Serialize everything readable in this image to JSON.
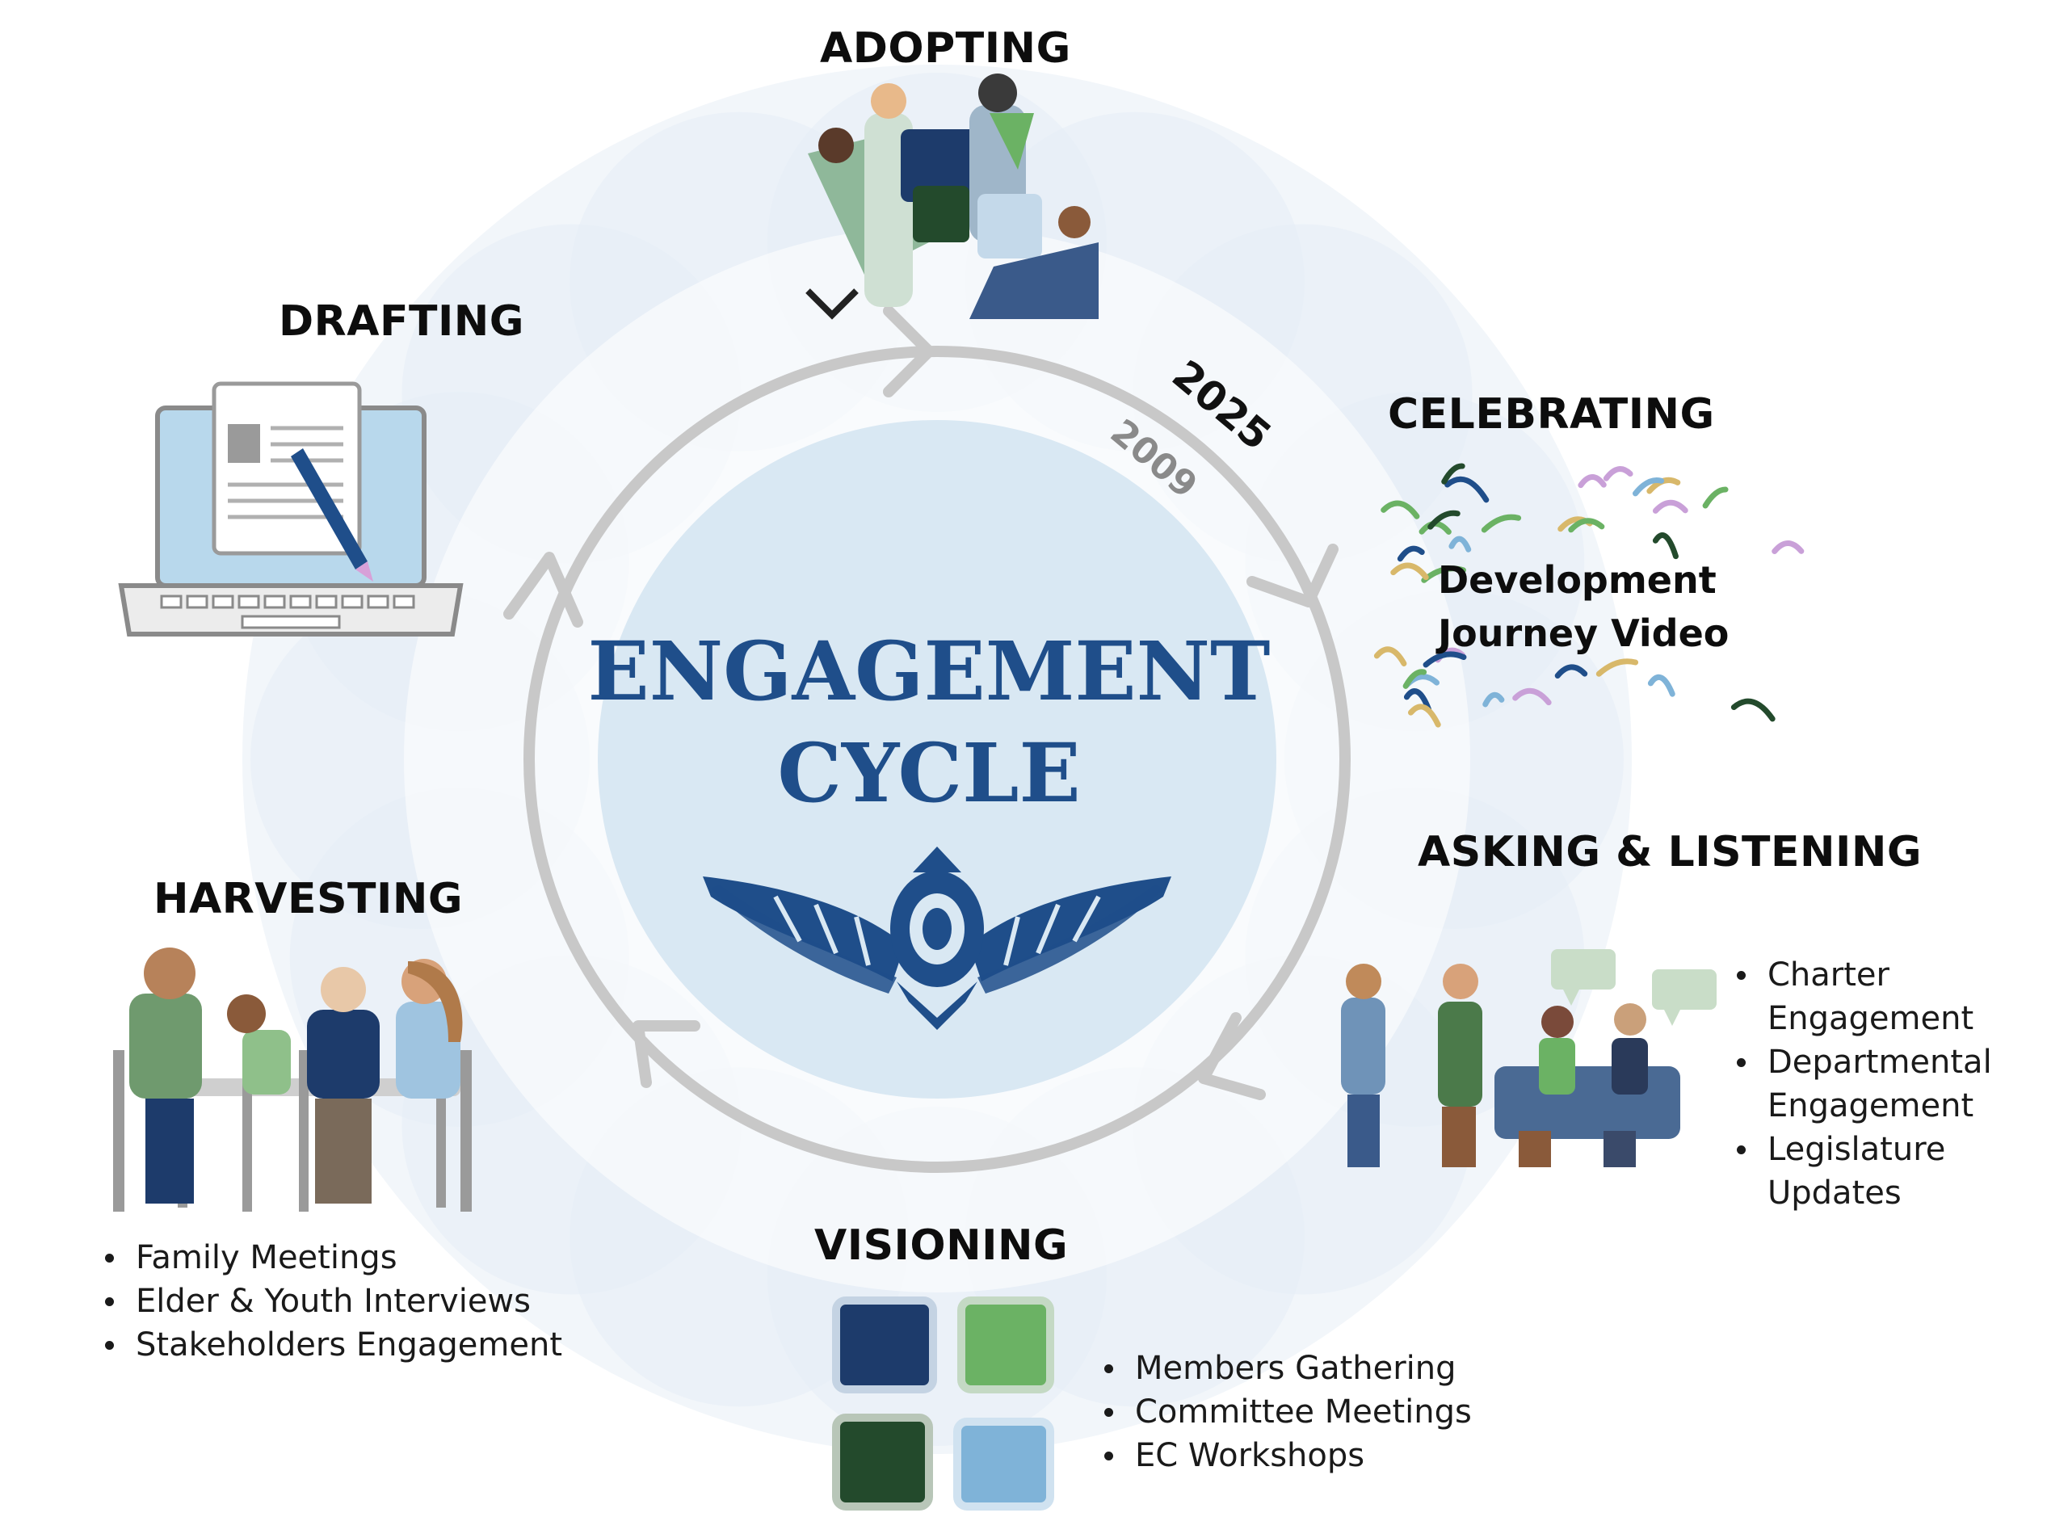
{
  "center": {
    "title_line1": "ENGAGEMENT",
    "title_line2": "CYCLE",
    "emblem_icon": "thunderbird-emblem-icon"
  },
  "years": {
    "current": "2025",
    "start": "2009"
  },
  "stages": {
    "adopting": {
      "label": "ADOPTING",
      "icon": "puzzle-team-illustration"
    },
    "drafting": {
      "label": "DRAFTING",
      "icon": "laptop-document-pencil-illustration"
    },
    "celebrating": {
      "label": "CELEBRATING",
      "icon": "confetti-illustration",
      "video_line1": "Development",
      "video_line2": "Journey Video"
    },
    "asking_listening": {
      "label": "ASKING & LISTENING",
      "icon": "people-conversation-illustration",
      "items": [
        {
          "line1": "Charter",
          "line2": "Engagement"
        },
        {
          "line1": "Departmental",
          "line2": "Engagement"
        },
        {
          "line1": "Legislature",
          "line2": "Updates"
        }
      ]
    },
    "visioning": {
      "label": "VISIONING",
      "icon": "puzzle-pieces-icon",
      "items": [
        "Members Gathering",
        "Committee Meetings",
        "EC Workshops"
      ]
    },
    "harvesting": {
      "label": "HARVESTING",
      "icon": "family-table-illustration",
      "items": [
        "Family Meetings",
        "Elder & Youth Interviews",
        "Stakeholders Engagement"
      ]
    }
  },
  "colors": {
    "navy": "#1f4e8a",
    "dark_navy": "#1d3b6b",
    "green": "#6bb264",
    "dark_green": "#234a2c",
    "light_blue": "#7fb3d8",
    "center_fill": "#d9e8f3",
    "ring": "#c8c8c8",
    "petal": "#e8f0f7"
  }
}
